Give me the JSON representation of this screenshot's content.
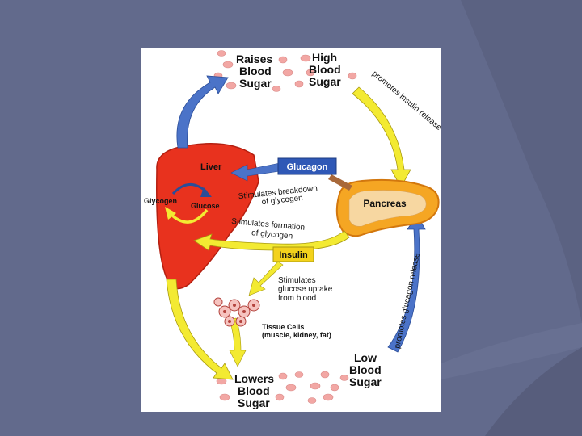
{
  "diagram": {
    "labels": {
      "raises_blood_sugar": [
        "Raises",
        "Blood",
        "Sugar"
      ],
      "high_blood_sugar": [
        "High",
        "Blood",
        "Sugar"
      ],
      "promotes_insulin_release": "promotes insulin release",
      "liver": "Liver",
      "glucagon": "Glucagon",
      "stimulates_breakdown": [
        "Stimulates breakdown",
        "of glycogen"
      ],
      "pancreas": "Pancreas",
      "glycogen": "Glycogen",
      "glucose": "Glucose",
      "stimulates_formation": [
        "Stimulates formation",
        "of glycogen"
      ],
      "insulin": "Insulin",
      "promotes_glucagon_release": "promotes glucagon release",
      "stimulates_uptake": [
        "Stimulates",
        "glucose uptake",
        "from blood"
      ],
      "tissue_cells": [
        "Tissue Cells",
        "(muscle, kidney, fat)"
      ],
      "low_blood_sugar": [
        "Low",
        "Blood",
        "Sugar"
      ],
      "lowers_blood_sugar": [
        "Lowers",
        "Blood",
        "Sugar"
      ]
    },
    "colors": {
      "slide_background": "#626a8c",
      "liver": "#e8321e",
      "pancreas": "#f5a623",
      "glucagon_box": "#2f58b6",
      "insulin_box": "#f3d21c",
      "yellow_arrow": "#f3ea32",
      "blue_arrow": "#4b73c8",
      "blood_cell": "#f2a7a4"
    }
  }
}
